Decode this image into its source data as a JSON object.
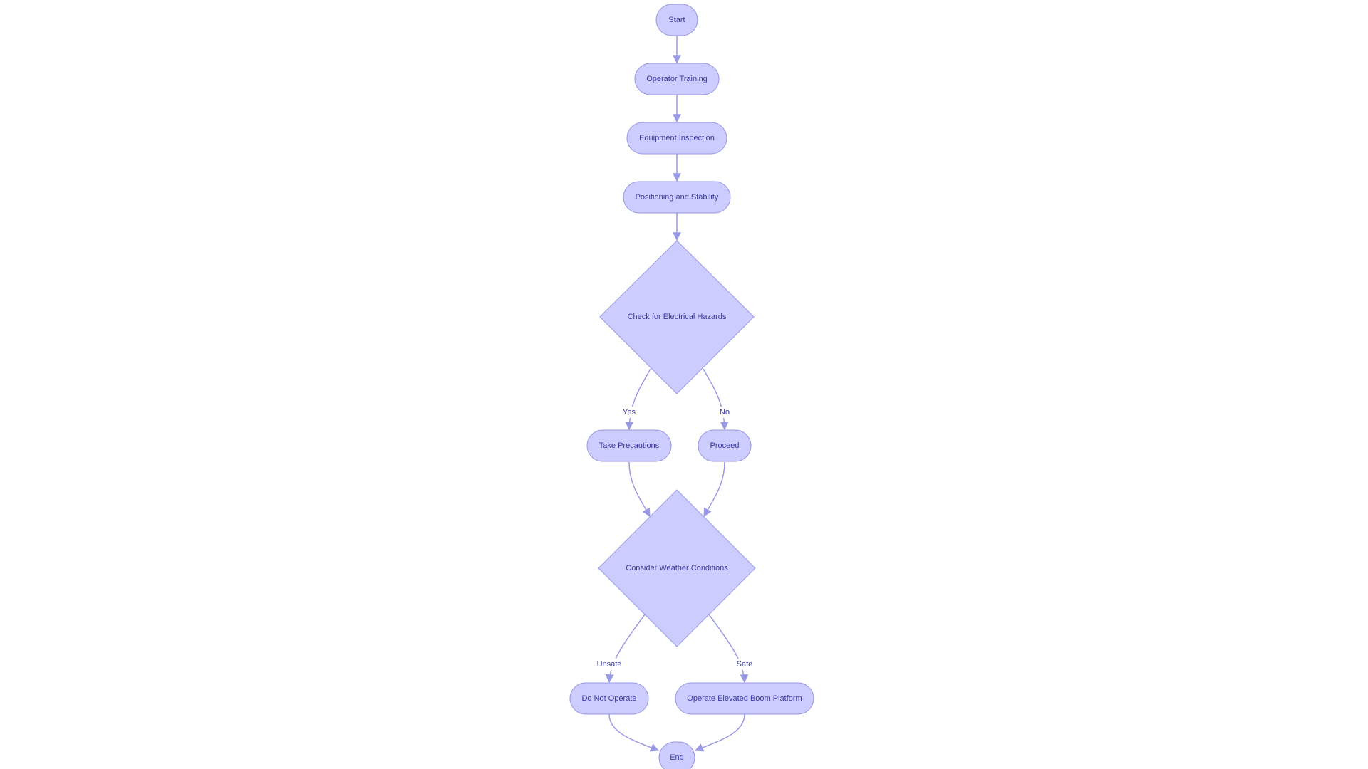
{
  "diagram": {
    "colors": {
      "node_fill": "#ccccff",
      "node_stroke": "#9999e6",
      "edge": "#9999e6",
      "text": "#3b3b9e"
    },
    "nodes": {
      "start": "Start",
      "operator_training": "Operator Training",
      "equipment_inspection": "Equipment Inspection",
      "positioning_stability": "Positioning and Stability",
      "check_electrical": "Check for Electrical Hazards",
      "take_precautions": "Take Precautions",
      "proceed": "Proceed",
      "consider_weather": "Consider Weather Conditions",
      "do_not_operate": "Do Not Operate",
      "operate_platform": "Operate Elevated Boom Platform",
      "end": "End"
    },
    "edges": {
      "yes": "Yes",
      "no": "No",
      "unsafe": "Unsafe",
      "safe": "Safe"
    }
  }
}
